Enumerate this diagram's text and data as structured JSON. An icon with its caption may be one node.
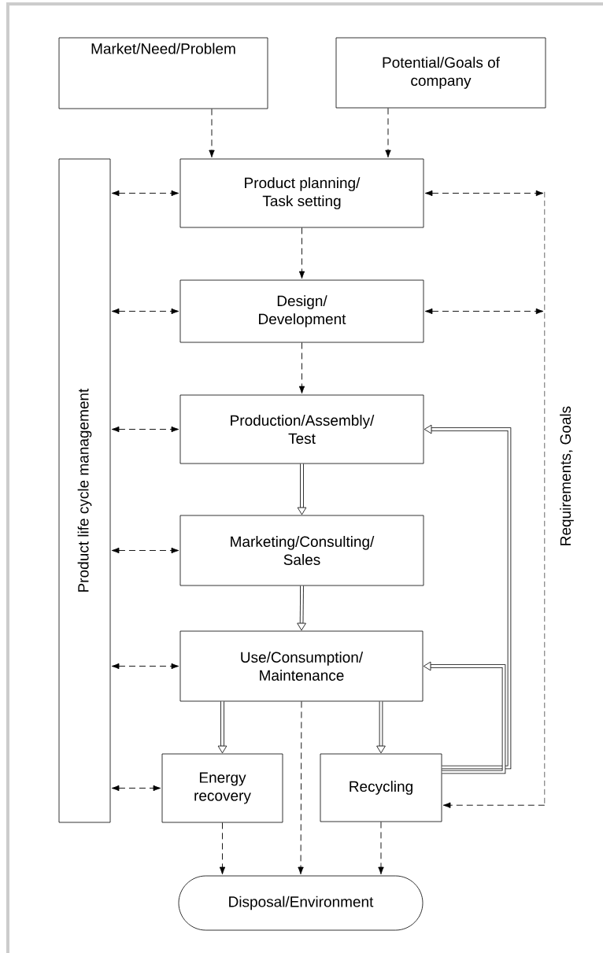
{
  "diagram": {
    "nodes": [
      {
        "text": [
          "Market/Need/Problem"
        ]
      },
      {
        "text": [
          "Potential/Goals of company"
        ]
      },
      {
        "text": [
          "Product life cycle management"
        ]
      },
      {
        "text": [
          "Product planning/ Task setting"
        ]
      },
      {
        "text": [
          "Design/ Development"
        ]
      },
      {
        "text": [
          "Production/Assembly/ Test"
        ]
      },
      {
        "text": [
          "Marketing/Consulting/ Sales"
        ]
      },
      {
        "text": [
          "Use/Consumption/ Maintenance"
        ]
      },
      {
        "text": [
          "Energy recovery"
        ]
      },
      {
        "text": [
          "Recycling"
        ]
      },
      {
        "text": [
          "Disposal/Environment"
        ]
      },
      {
        "text": [
          "Requirements, Goals"
        ]
      }
    ],
    "edges": [
      {
        "from": 0,
        "to": 3,
        "arrow": "to",
        "style": "dashed"
      },
      {
        "from": 1,
        "to": 3,
        "arrow": "to",
        "style": "dashed"
      },
      {
        "from": 2,
        "to": 3,
        "arrow": "both",
        "style": "dashed"
      },
      {
        "from": 3,
        "to": 11,
        "arrow": "both",
        "style": "dashed"
      },
      {
        "from": 3,
        "to": 4,
        "arrow": "to",
        "style": "dashed"
      },
      {
        "from": 2,
        "to": 4,
        "arrow": "both",
        "style": "dashed"
      },
      {
        "from": 4,
        "to": 11,
        "arrow": "both",
        "style": "dashed"
      },
      {
        "from": 4,
        "to": 5,
        "arrow": "to",
        "style": "dashed"
      },
      {
        "from": 2,
        "to": 5,
        "arrow": "both",
        "style": "dashed"
      },
      {
        "from": 5,
        "to": 6,
        "arrow": "to",
        "style": "thick"
      },
      {
        "from": 9,
        "to": 5,
        "arrow": "to",
        "style": "thick"
      },
      {
        "from": 2,
        "to": 6,
        "arrow": "both",
        "style": "dashed"
      },
      {
        "from": 6,
        "to": 7,
        "arrow": "to",
        "style": "thick"
      },
      {
        "from": 2,
        "to": 7,
        "arrow": "both",
        "style": "dashed"
      },
      {
        "from": 9,
        "to": 7,
        "arrow": "to",
        "style": "thick"
      },
      {
        "from": 7,
        "to": 8,
        "arrow": "to",
        "style": "thick"
      },
      {
        "from": 7,
        "to": 10,
        "arrow": "to",
        "style": "dashed"
      },
      {
        "from": 7,
        "to": 9,
        "arrow": "to",
        "style": "thick"
      },
      {
        "from": 2,
        "to": 8,
        "arrow": "both",
        "style": "dashed"
      },
      {
        "from": 11,
        "to": 9,
        "arrow": "to",
        "style": "dashed"
      },
      {
        "from": 8,
        "to": 10,
        "arrow": "to",
        "style": "dashed"
      },
      {
        "from": 9,
        "to": 10,
        "arrow": "to",
        "style": "dashed"
      }
    ]
  }
}
